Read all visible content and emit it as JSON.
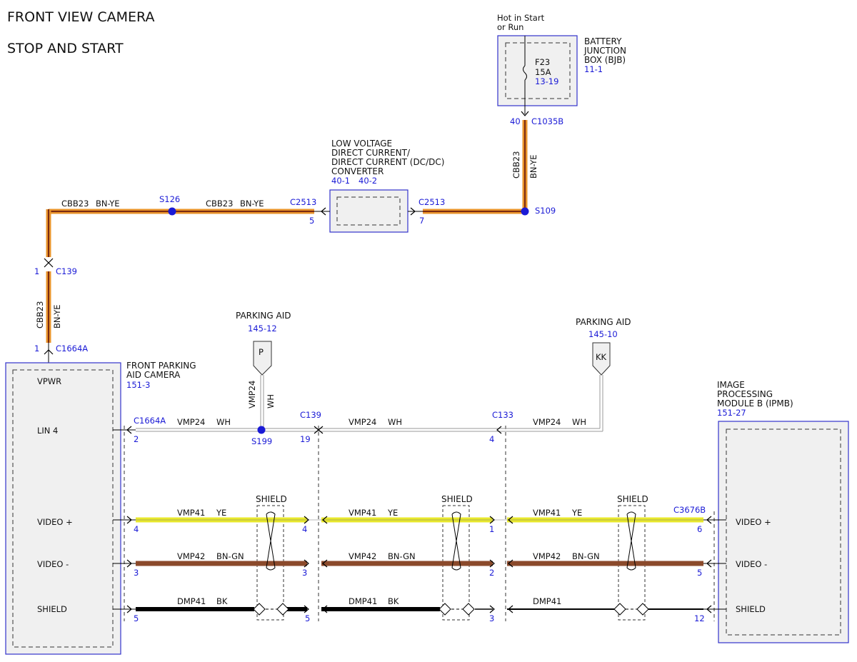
{
  "title_line1": "FRONT VIEW CAMERA",
  "title_line2": "STOP AND START",
  "colors": {
    "bn_ye_outer": "#e8932a",
    "bn_ye_inner": "#7a2b12",
    "wire_wh": "#999999",
    "wire_ye": "#e8e82c",
    "wire_bn_gn": "#8b4a2b",
    "wire_bk": "#000000",
    "ref_blue": "#1a1ad6",
    "component_border": "#3333cc",
    "component_fill": "#f0f0f0"
  },
  "power": {
    "hot_line1": "Hot in Start",
    "hot_line2": "or Run",
    "fuse_name": "F23",
    "fuse_rating": "15A",
    "fuse_ref": "13-19",
    "bjb_line1": "BATTERY",
    "bjb_line2": "JUNCTION",
    "bjb_line3": "BOX (BJB)",
    "bjb_ref": "11-1",
    "bjb_pin": "40",
    "bjb_connector": "C1035B",
    "vert_circuit": "CBB23",
    "vert_color": "BN-YE",
    "s109": "S109"
  },
  "dcdc": {
    "line1": "LOW VOLTAGE",
    "line2": "DIRECT CURRENT/",
    "line3": "DIRECT CURRENT (DC/DC)",
    "line4": "CONVERTER",
    "ref1": "40-1",
    "ref2": "40-2",
    "in_connector": "C2513",
    "in_pin": "7",
    "out_connector": "C2513",
    "out_pin": "5"
  },
  "top_wire": {
    "left_circuit": "CBB23",
    "left_color": "BN-YE",
    "splice": "S126",
    "mid_circuit": "CBB23",
    "mid_color": "BN-YE"
  },
  "left_vertical": {
    "c139_pin": "1",
    "c139": "C139",
    "circuit": "CBB23",
    "color": "BN-YE",
    "c1664a_pin": "1",
    "c1664a": "C1664A"
  },
  "camera": {
    "line1": "FRONT PARKING",
    "line2": "AID CAMERA",
    "ref": "151-3",
    "pins": [
      "VPWR",
      "LIN 4",
      "VIDEO +",
      "VIDEO -",
      "SHIELD"
    ]
  },
  "ipmb": {
    "line1": "IMAGE",
    "line2": "PROCESSING",
    "line3": "MODULE B (IPMB)",
    "ref": "151-27",
    "pins": [
      "VIDEO +",
      "VIDEO -",
      "SHIELD"
    ]
  },
  "parking_aid_p": {
    "label": "PARKING AID",
    "ref": "145-12",
    "symbol": "P",
    "circuit": "VMP24",
    "color": "WH",
    "splice": "S199"
  },
  "parking_aid_kk": {
    "label": "PARKING AID",
    "ref": "145-10",
    "symbol": "KK"
  },
  "connectors": {
    "c1664a": "C1664A",
    "c139": "C139",
    "c133": "C133",
    "c3676b": "C3676B"
  },
  "lin_wire": {
    "circuit": "VMP24",
    "color": "WH",
    "pins": [
      "2",
      "19",
      "4"
    ]
  },
  "video_plus": {
    "circuit": "VMP41",
    "color": "YE",
    "pins": [
      "4",
      "4",
      "1",
      "6"
    ]
  },
  "video_minus": {
    "circuit": "VMP42",
    "color": "BN-GN",
    "pins": [
      "3",
      "3",
      "2",
      "5"
    ]
  },
  "shield_wire": {
    "circuit": "DMP41",
    "color": "BK",
    "pins": [
      "5",
      "5",
      "3",
      "12"
    ]
  },
  "shield_label": "SHIELD"
}
